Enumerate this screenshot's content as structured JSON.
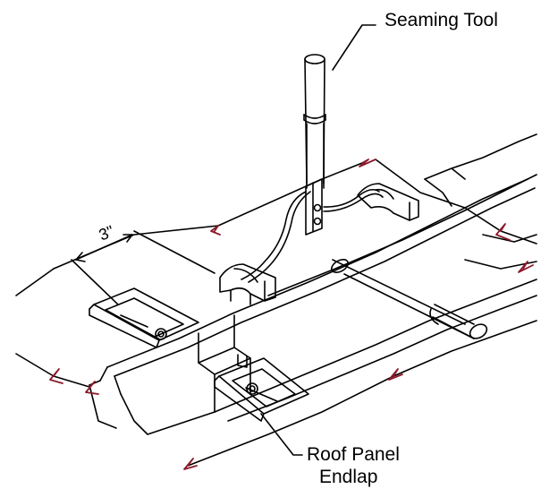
{
  "labels": {
    "seaming_tool": "Seaming Tool",
    "roof_panel": "Roof Panel",
    "endlap": "Endlap",
    "dimension": "3\""
  },
  "colors": {
    "line": "#000000",
    "break_mark": "#8b1a2b",
    "background": "#ffffff"
  }
}
